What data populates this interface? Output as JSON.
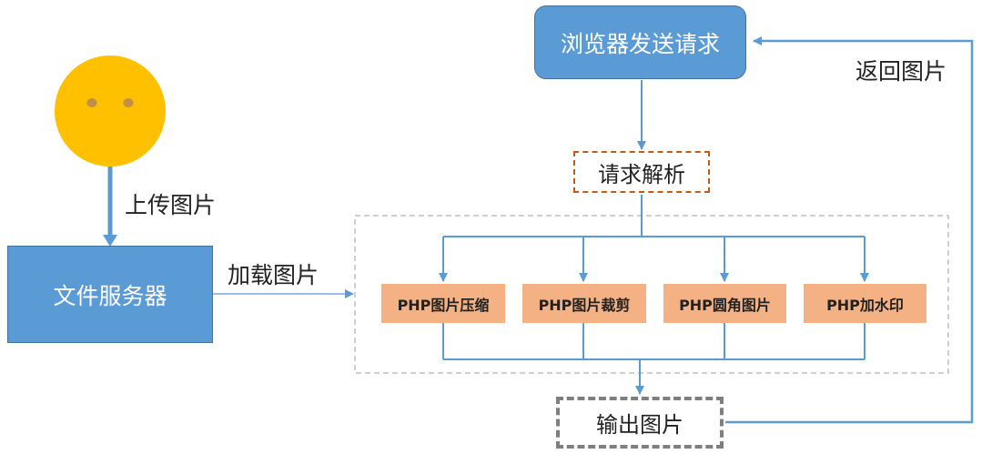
{
  "nodes": {
    "browser": "浏览器发送请求",
    "file_server": "文件服务器",
    "parse": "请求解析",
    "output": "输出图片"
  },
  "processes": [
    "PHP图片压缩",
    "PHP图片裁剪",
    "PHP圆角图片",
    "PHP加水印"
  ],
  "labels": {
    "upload": "上传图片",
    "load": "加载图片",
    "return": "返回图片"
  },
  "colors": {
    "node_fill": "#5b9bd5",
    "node_border": "#41719c",
    "arrow": "#5b9bd5",
    "process_fill": "#f4b183",
    "parse_border": "#c55a11",
    "output_border": "#7f7f7f",
    "group_border": "#bfbfbf",
    "face": "#ffc000",
    "face_eyes": "#c0904a"
  },
  "icons": {
    "user": "smiley-face-icon"
  }
}
